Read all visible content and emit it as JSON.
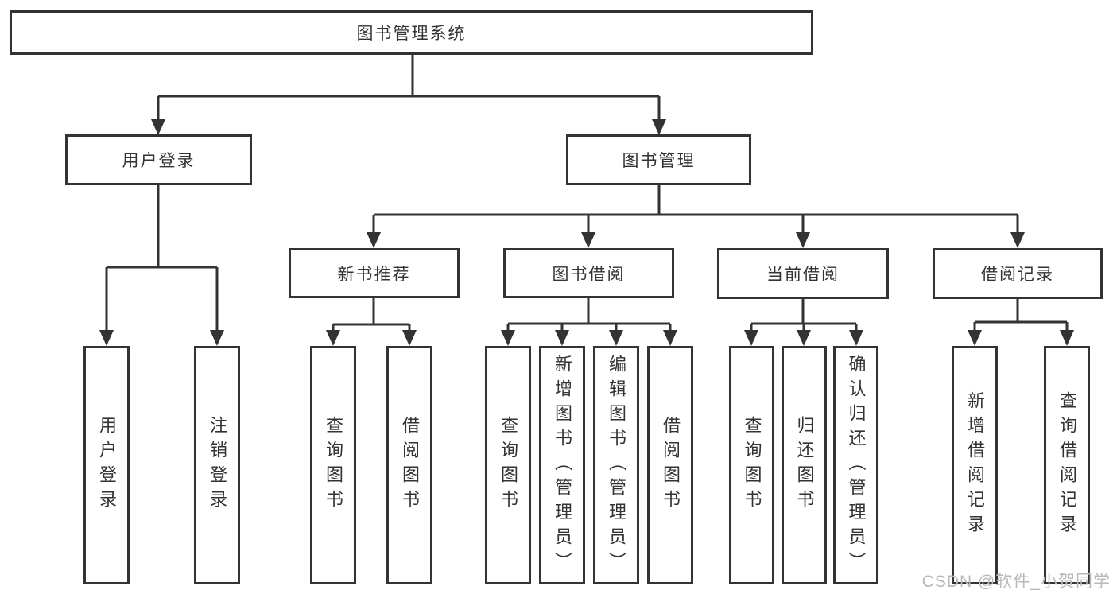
{
  "colors": {
    "line": "#333333",
    "box_border": "#333333",
    "box_fill": "#ffffff",
    "text": "#333333",
    "watermark_text": "#b9b9b9"
  },
  "watermark": "CSDN @软件_小贺同学",
  "tree": {
    "root": {
      "label": "图书管理系统"
    },
    "level1": [
      {
        "id": "user-login",
        "label": "用户登录"
      },
      {
        "id": "book-management",
        "label": "图书管理"
      }
    ],
    "level2": [
      {
        "id": "new-book-recommend",
        "label": "新书推荐"
      },
      {
        "id": "book-borrowing",
        "label": "图书借阅"
      },
      {
        "id": "current-borrowing",
        "label": "当前借阅"
      },
      {
        "id": "borrowing-records",
        "label": "借阅记录"
      }
    ],
    "leaves": {
      "user_login": [
        {
          "label": "用户登录"
        },
        {
          "label": "注销登录"
        }
      ],
      "new_book_recommend": [
        {
          "label": "查询图书"
        },
        {
          "label": "借阅图书"
        }
      ],
      "book_borrowing": [
        {
          "label": "查询图书"
        },
        {
          "label": "新增图书（管理员）"
        },
        {
          "label": "编辑图书（管理员）"
        },
        {
          "label": "借阅图书"
        }
      ],
      "current_borrowing": [
        {
          "label": "查询图书"
        },
        {
          "label": "归还图书"
        },
        {
          "label": "确认归还（管理员）"
        }
      ],
      "borrowing_records": [
        {
          "label": "新增借阅记录"
        },
        {
          "label": "查询借阅记录"
        }
      ]
    }
  }
}
